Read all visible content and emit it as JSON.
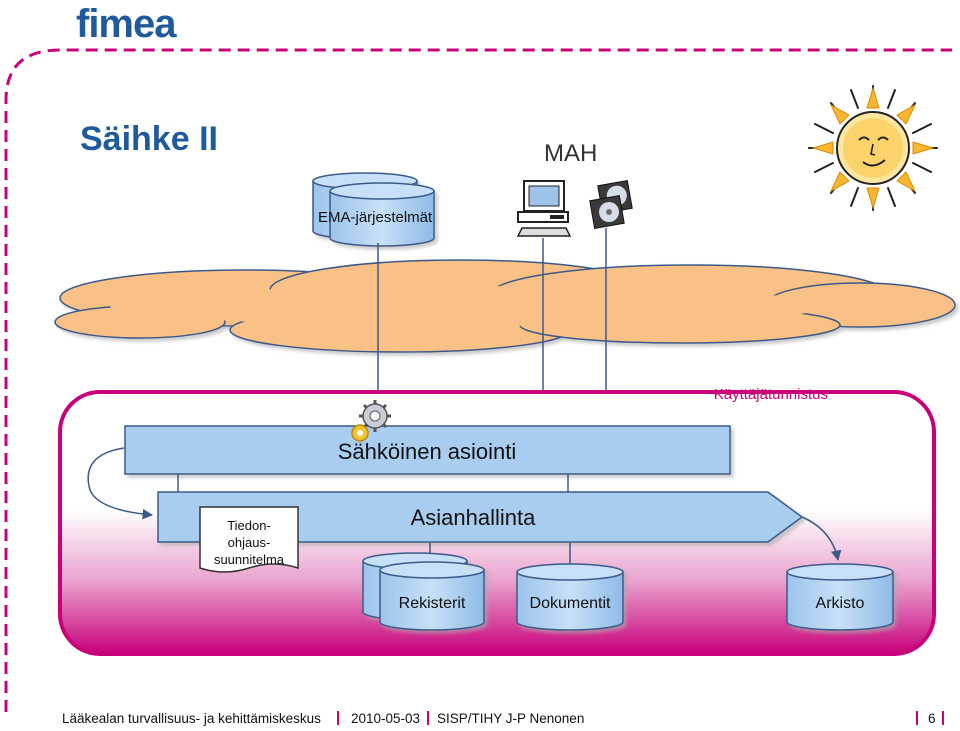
{
  "brand": {
    "logo_text": "fimea",
    "color": "#1e5a9c"
  },
  "slide": {
    "title": "Säihke II",
    "page_number": "6"
  },
  "colors": {
    "accent_magenta": "#c8007a",
    "diagram_blue": "#a9cdf0",
    "cloud_orange": "#f9c185",
    "title_blue": "#1e5a9c"
  },
  "diagram": {
    "mah_label": "MAH",
    "ema_label": "EMA-järjestelmät",
    "user_auth_label": "Käyttäjätunnistus",
    "sahkoinen_label": "Sähköinen asiointi",
    "asianhallinta_label": "Asianhallinta",
    "tiedonohjaus_lines": [
      "Tiedon-",
      "ohjaus-",
      "suunnitelma"
    ],
    "rekisterit_label": "Rekisterit",
    "dokumentit_label": "Dokumentit",
    "arkisto_label": "Arkisto",
    "icons": [
      "computer-icon",
      "cd-stack-icon",
      "gear-icon",
      "sun-icon"
    ]
  },
  "footer": {
    "org": "Lääkealan turvallisuus- ja kehittämiskeskus",
    "date": "2010-05-03",
    "author": "SISP/TIHY J-P Nenonen"
  }
}
